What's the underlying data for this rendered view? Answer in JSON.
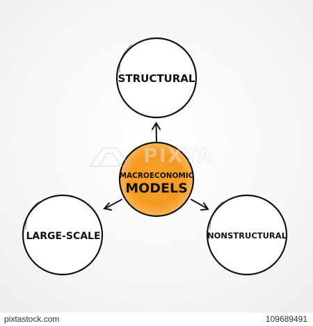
{
  "center": {
    "line1": "MACROECONOMIC",
    "line2": "MODELS",
    "fill": "#f39a1e",
    "edge": "#f7c97a"
  },
  "nodes": {
    "top": "STRUCTURAL",
    "left": "LARGE-SCALE",
    "right": "NONSTRUCTURAL"
  },
  "watermark": {
    "text": "PIXTA"
  },
  "footer": {
    "site": "pixtastock.com",
    "image_number": "109689491"
  },
  "colors": {
    "stroke": "#111111",
    "background": "#ffffff"
  }
}
